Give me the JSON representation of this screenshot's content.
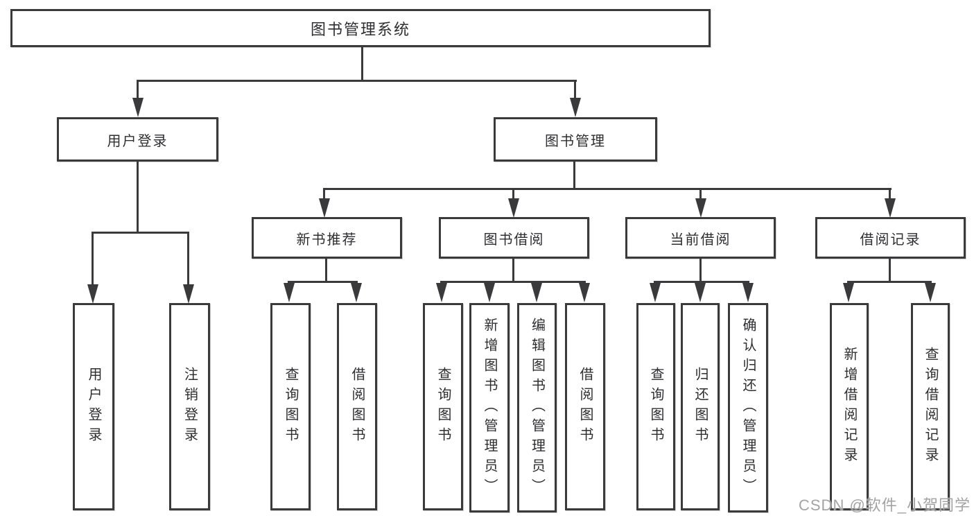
{
  "tree": {
    "label": "图书管理系统",
    "children": [
      {
        "label": "用户登录",
        "children": [
          {
            "label": "用户登录"
          },
          {
            "label": "注销登录"
          }
        ]
      },
      {
        "label": "图书管理",
        "children": [
          {
            "label": "新书推荐",
            "children": [
              {
                "label": "查询图书"
              },
              {
                "label": "借阅图书"
              }
            ]
          },
          {
            "label": "图书借阅",
            "children": [
              {
                "label": "查询图书"
              },
              {
                "label": "新增图书（管理员）"
              },
              {
                "label": "编辑图书（管理员）"
              },
              {
                "label": "借阅图书"
              }
            ]
          },
          {
            "label": "当前借阅",
            "children": [
              {
                "label": "查询图书"
              },
              {
                "label": "归还图书"
              },
              {
                "label": "确认归还（管理员）"
              }
            ]
          },
          {
            "label": "借阅记录",
            "children": [
              {
                "label": "新增借阅记录"
              },
              {
                "label": "查询借阅记录"
              }
            ]
          }
        ]
      }
    ]
  },
  "watermark": {
    "text": "CSDN @软件_小贺同学"
  },
  "colors": {
    "line": "#3a3a3c",
    "text": "#2e2e31",
    "background": "#ffffff",
    "watermark": "#a3a3a3"
  }
}
